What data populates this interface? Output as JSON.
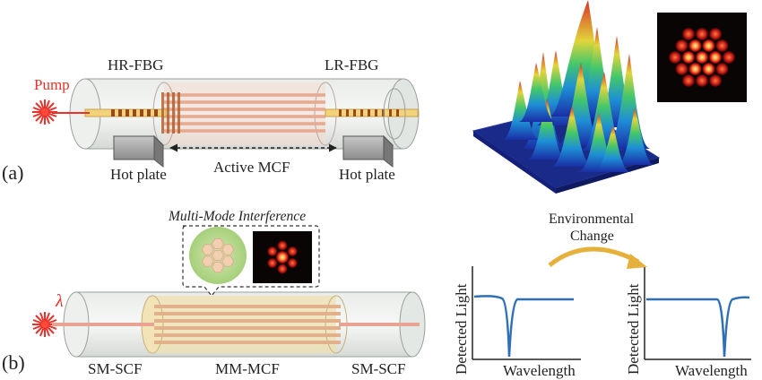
{
  "panel_a": {
    "label": "(a)",
    "pump_label": "Pump",
    "hr_fbg": "HR-FBG",
    "lr_fbg": "LR-FBG",
    "active_mcf": "Active MCF",
    "hot_plate_left": "Hot plate",
    "hot_plate_right": "Hot plate"
  },
  "panel_b": {
    "label": "(b)",
    "lambda_symbol": "λ",
    "multimode_title": "Multi-Mode Interference",
    "sm_scf_left": "SM-SCF",
    "mm_mcf": "MM-MCF",
    "sm_scf_right": "SM-SCF",
    "environmental_change": [
      "Environmental",
      "Change"
    ]
  },
  "spectra": {
    "ylabel": "Detected Light",
    "xlabel": "Wavelength"
  },
  "colors": {
    "pump_red": "#e8322a",
    "fiber_orange": "#e7b99a",
    "grating_brown": "#9a4a1a",
    "curve_blue": "#2f6fb5",
    "arrow_gold": "#e6b13a"
  }
}
